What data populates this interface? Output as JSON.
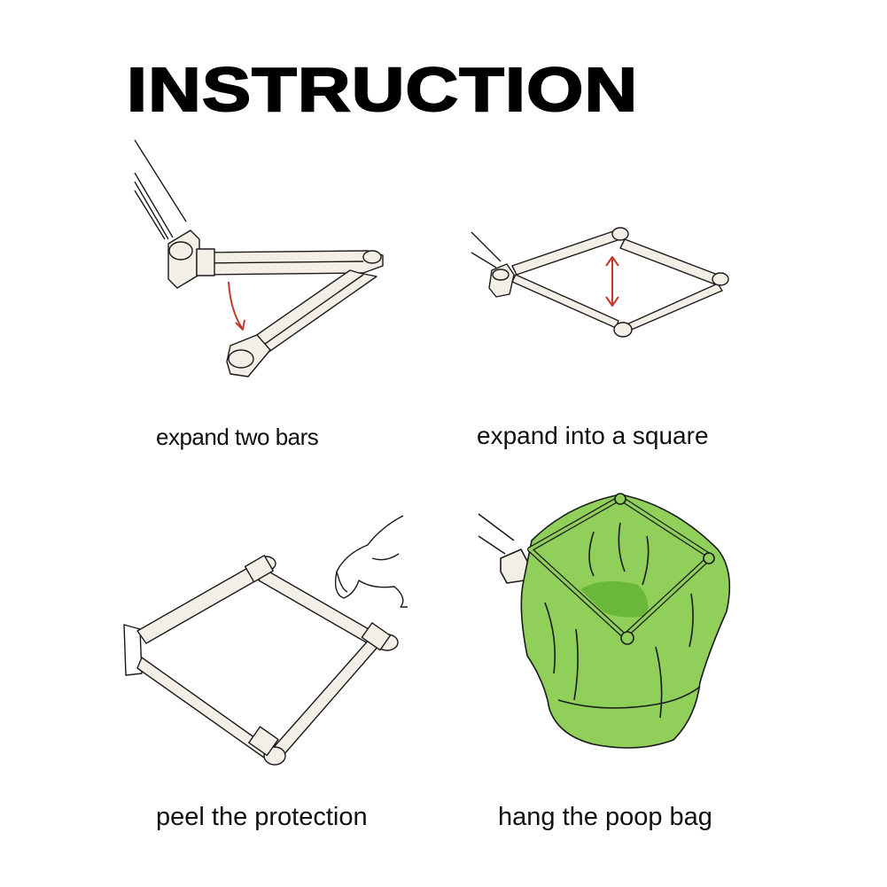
{
  "title": "INSTRUCTION",
  "colors": {
    "ink": "#1a1a1a",
    "bar_fill": "#f4efe6",
    "arrow_red": "#c0392b",
    "bag_green": "#8fcf5a",
    "bag_dark": "#6ab83a"
  },
  "steps": [
    {
      "label": "expand two bars",
      "illustration": "folding-bar-arm-icon"
    },
    {
      "label": "expand into a square",
      "illustration": "rhombus-frame-icon"
    },
    {
      "label": "peel the protection",
      "illustration": "square-frame-hand-icon"
    },
    {
      "label": "hang the poop bag",
      "illustration": "green-bag-frame-icon"
    }
  ]
}
